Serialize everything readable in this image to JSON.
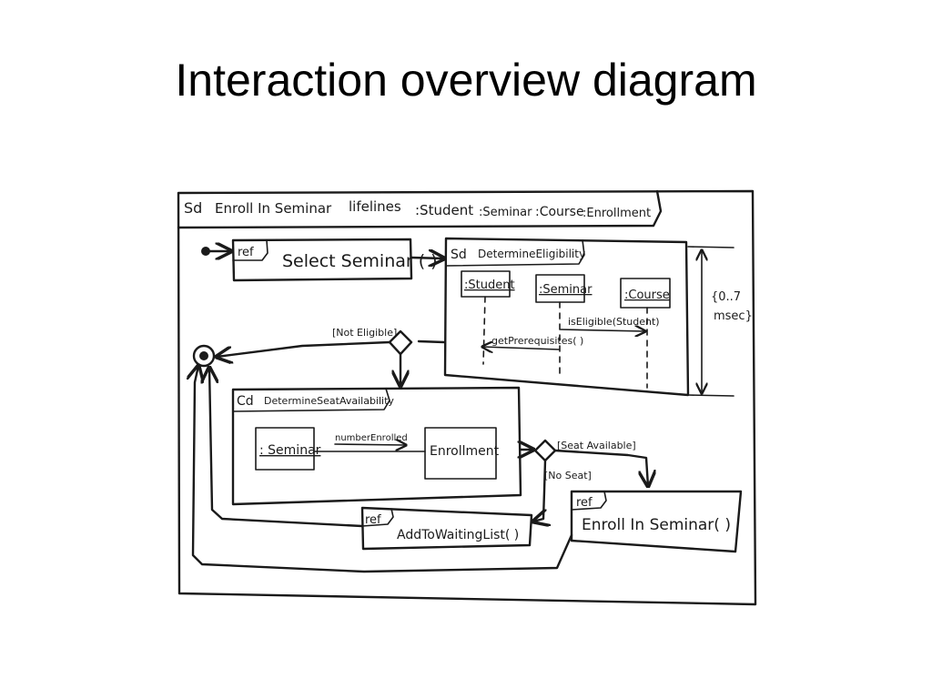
{
  "slide": {
    "title": "Interaction overview diagram"
  },
  "diagram": {
    "frame_header": {
      "keyword": "Sd",
      "name": "Enroll In Seminar",
      "lifelines_label": "lifelines",
      "lifelines": [
        ":Student",
        ":Seminar",
        ":Course",
        ":Enrollment"
      ]
    },
    "select_seminar": {
      "tag": "ref",
      "label": "Select Seminar ( )"
    },
    "determine_eligibility": {
      "keyword": "Sd",
      "name": "DetermineEligibility",
      "lifelines": [
        ":Student",
        ":Seminar",
        ":Course"
      ],
      "message_call": "isEligible(Student)",
      "message_return": "getPrerequisites( )"
    },
    "duration_constraint": {
      "line1": "{0..7",
      "line2": "msec}"
    },
    "guard_not_eligible": "[Not Eligible]",
    "determine_seat_availability": {
      "keyword": "Cd",
      "name": "DetermineSeatAvailability",
      "object_left": ": Seminar",
      "object_right": "Enrollment",
      "message": "numberEnrolled"
    },
    "guard_seat_available": "[Seat Available]",
    "guard_no_seat": "[No Seat]",
    "add_to_waiting_list": {
      "tag": "ref",
      "label": "AddToWaitingList( )"
    },
    "enroll_in_seminar": {
      "tag": "ref",
      "label": "Enroll In Seminar( )"
    },
    "icons": {
      "initial_node": "initial-node-icon",
      "final_node": "final-node-icon",
      "decision": "decision-diamond-icon"
    },
    "colors": {
      "ink": "#1a1a1a",
      "background": "#ffffff"
    }
  }
}
